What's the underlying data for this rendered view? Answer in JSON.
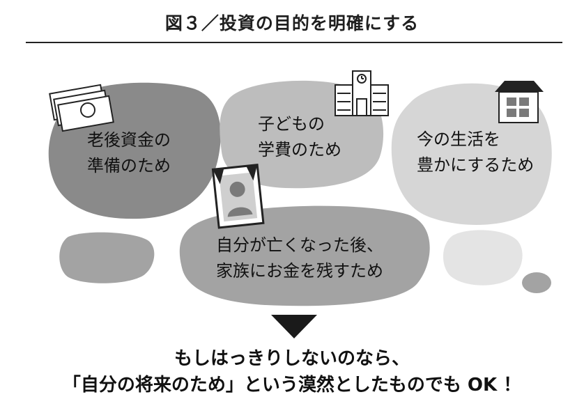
{
  "title": "図３／投資の目的を明確にする",
  "bubbles": [
    {
      "id": "retirement",
      "lines": [
        "老後資金の",
        "準備のため"
      ],
      "fill": "#8a8a8a",
      "icon": "banknotes-icon"
    },
    {
      "id": "education",
      "lines": [
        "子どもの",
        "学費のため"
      ],
      "fill": "#bdbdbd",
      "icon": "school-building-icon"
    },
    {
      "id": "lifestyle",
      "lines": [
        "今の生活を",
        "豊かにするため"
      ],
      "fill": "#d6d6d6",
      "icon": "house-icon"
    },
    {
      "id": "inheritance",
      "lines": [
        "自分が亡くなった後、",
        "家族にお金を残すため"
      ],
      "fill": "#a3a3a3",
      "icon": "memorial-portrait-icon"
    }
  ],
  "conclusion": {
    "line1": "もしはっきりしないのなら、",
    "line2": "「自分の将来のため」という漠然としたものでも OK ！"
  },
  "colors": {
    "dark_blob": "#8a8a8a",
    "mid_blob": "#bdbdbd",
    "light_blob": "#d6d6d6",
    "center_blob": "#a3a3a3",
    "arrow": "#1a1a1a"
  }
}
